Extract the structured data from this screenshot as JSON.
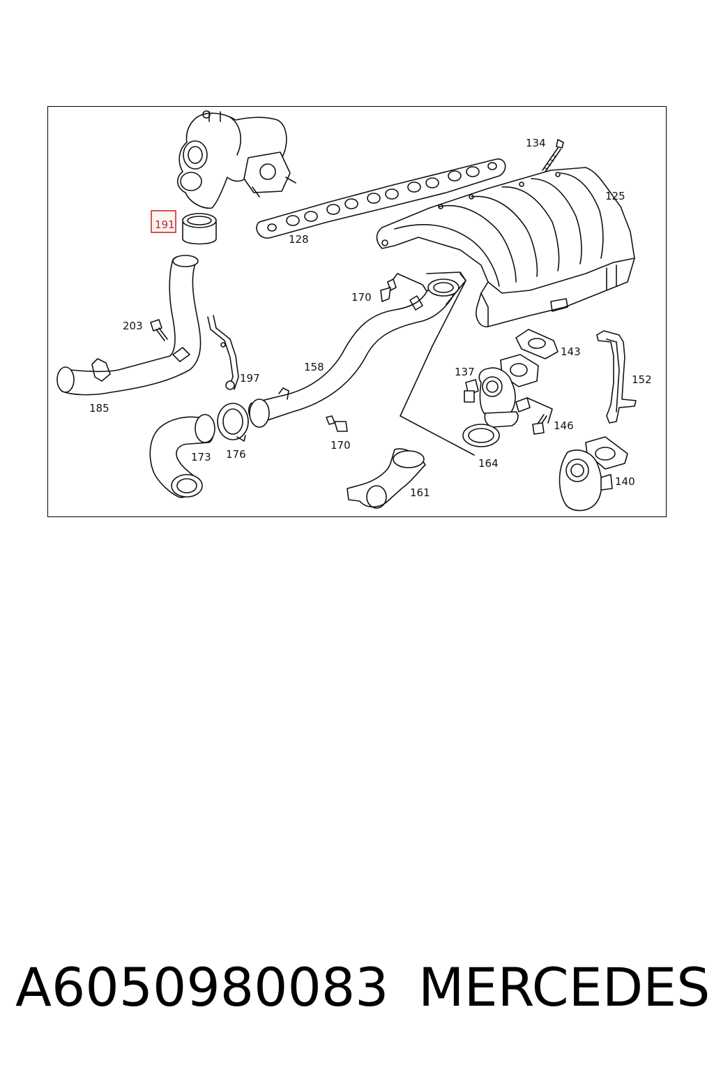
{
  "diagram": {
    "callouts": {
      "c125": "125",
      "c128": "128",
      "c134": "134",
      "c137": "137",
      "c140": "140",
      "c143": "143",
      "c146": "146",
      "c152": "152",
      "c158": "158",
      "c161": "161",
      "c164": "164",
      "c170a": "170",
      "c170b": "170",
      "c173": "173",
      "c176": "176",
      "c185": "185",
      "c191": "191",
      "c197": "197",
      "c203": "203"
    },
    "highlight": {
      "callout": "191",
      "color": "#d9534f"
    }
  },
  "footer": {
    "part_number": "A6050980083",
    "brand": "MERCEDES"
  }
}
